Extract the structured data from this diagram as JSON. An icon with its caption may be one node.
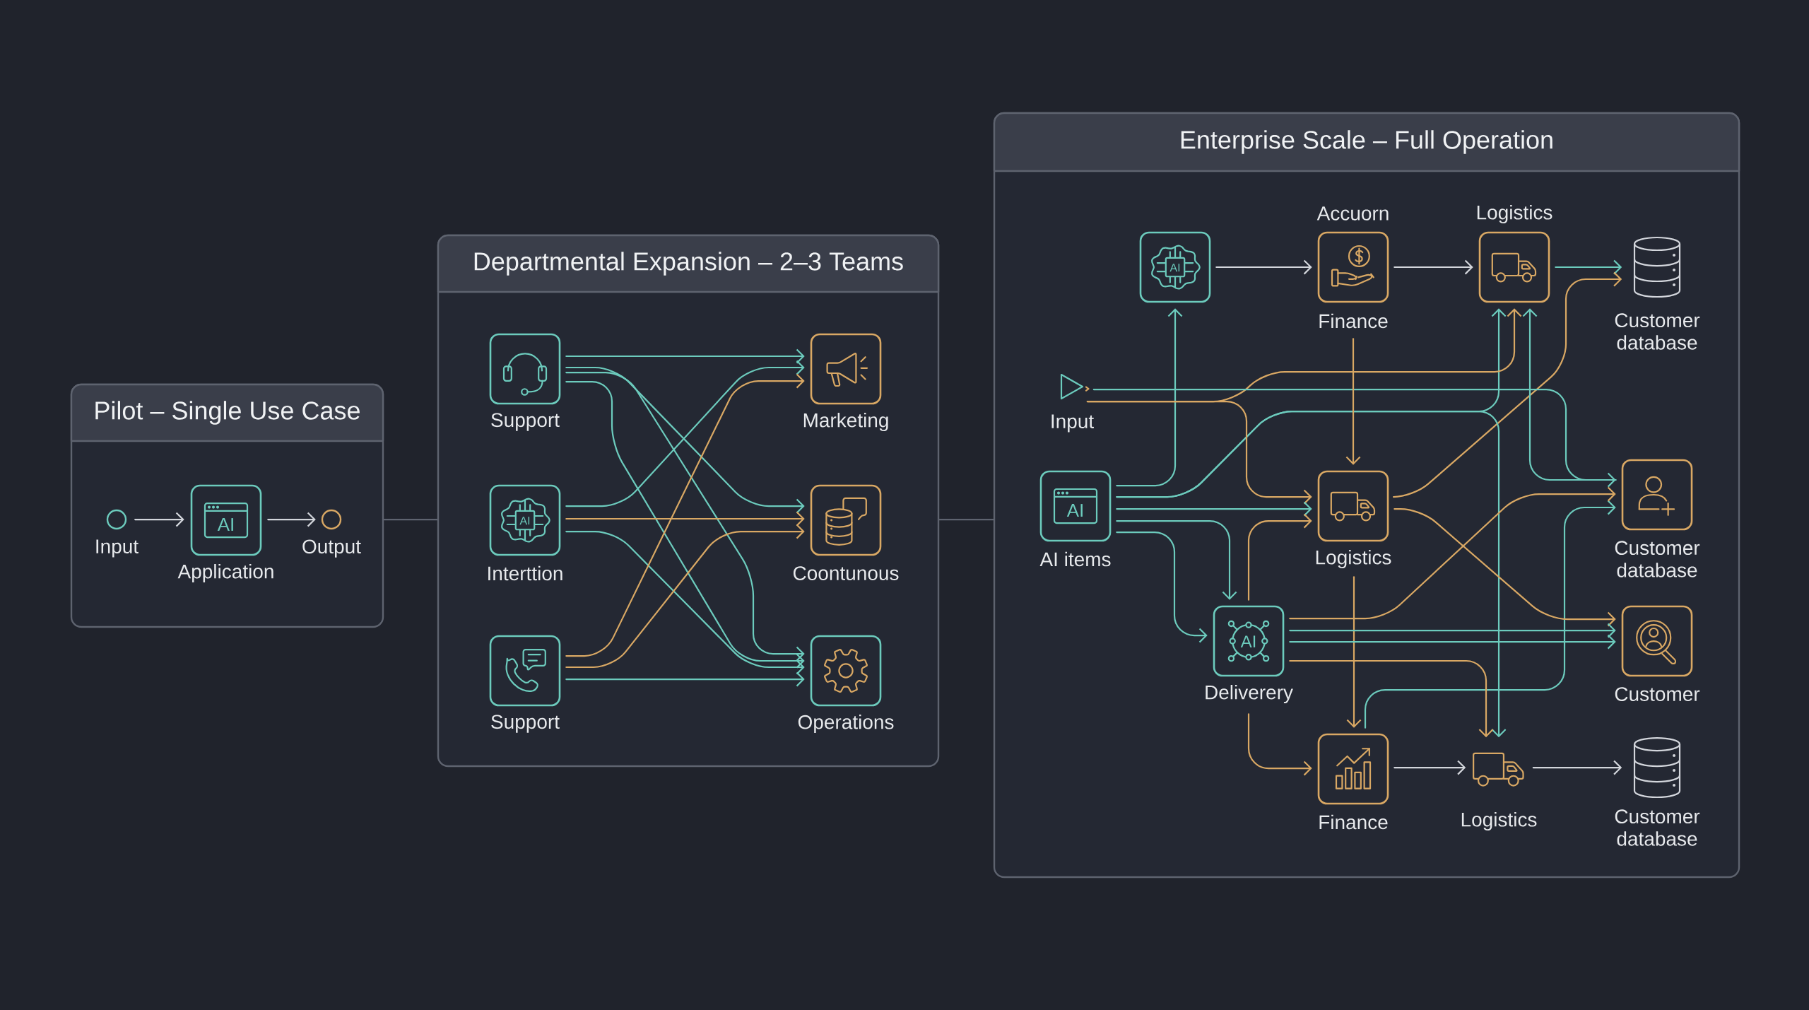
{
  "diagram": {
    "nodes": [
      {
        "text": [
          "Pilot – Single Use Case"
        ]
      },
      {
        "text": [
          "Input"
        ],
        "in": 0
      },
      {
        "text": [
          "Application"
        ],
        "in": 0
      },
      {
        "text": [
          "Output"
        ],
        "in": 0
      },
      {
        "text": [
          "Departmental Expansion – 2–3 Teams"
        ]
      },
      {
        "text": [
          "Support"
        ],
        "in": 4
      },
      {
        "text": [
          "Marketing"
        ],
        "in": 4
      },
      {
        "text": [
          "Interttion"
        ],
        "in": 4
      },
      {
        "text": [
          "Coontunous"
        ],
        "in": 4
      },
      {
        "text": [
          "Support"
        ],
        "in": 4
      },
      {
        "text": [
          "Operations"
        ],
        "in": 4
      },
      {
        "text": [
          "Enterprise Scale – Full Operation"
        ]
      },
      {
        "text": [],
        "shape": "box",
        "in": 11
      },
      {
        "text": [
          "Accuorn",
          "Finance"
        ],
        "in": 11
      },
      {
        "text": [
          "Logistics"
        ],
        "in": 11
      },
      {
        "text": [
          "Customer database"
        ],
        "in": 11
      },
      {
        "text": [
          "Input"
        ],
        "in": 11
      },
      {
        "text": [
          "AI items"
        ],
        "in": 11
      },
      {
        "text": [
          "Logistics"
        ],
        "in": 11
      },
      {
        "text": [
          "Customer database"
        ],
        "in": 11
      },
      {
        "text": [
          "Deliverery"
        ],
        "in": 11
      },
      {
        "text": [
          "Customer"
        ],
        "in": 11
      },
      {
        "text": [
          "Finance"
        ],
        "in": 11
      },
      {
        "text": [
          "Logistics"
        ],
        "in": 11
      },
      {
        "text": [
          "Customer database"
        ],
        "in": 11
      }
    ],
    "edges": [
      {
        "from": 0,
        "to": 4,
        "arrow": "none",
        "color": "#5e636f"
      },
      {
        "from": 4,
        "to": 11,
        "arrow": "none",
        "color": "#5e636f"
      },
      {
        "from": 1,
        "to": 2,
        "arrow": "to",
        "color": "#d3d6dc"
      },
      {
        "from": 2,
        "to": 3,
        "arrow": "to",
        "color": "#d3d6dc"
      },
      {
        "from": 5,
        "to": 6,
        "arrow": "to"
      },
      {
        "from": 5,
        "to": 8,
        "arrow": "to"
      },
      {
        "from": 5,
        "to": 10,
        "arrow": "to"
      },
      {
        "from": 5,
        "to": 10,
        "arrow": "to"
      },
      {
        "from": 7,
        "to": 6,
        "arrow": "to"
      },
      {
        "from": 7,
        "to": 8,
        "arrow": "to",
        "color": "#d9a864"
      },
      {
        "from": 7,
        "to": 10,
        "arrow": "to"
      },
      {
        "from": 9,
        "to": 6,
        "arrow": "to",
        "color": "#d9a864"
      },
      {
        "from": 9,
        "to": 8,
        "arrow": "to",
        "color": "#d9a864"
      },
      {
        "from": 9,
        "to": 10,
        "arrow": "to"
      },
      {
        "from": 12,
        "to": 13,
        "arrow": "to",
        "color": "#d3d6dc"
      },
      {
        "from": 13,
        "to": 14,
        "arrow": "to",
        "color": "#d3d6dc"
      },
      {
        "from": 14,
        "to": 15,
        "arrow": "to"
      },
      {
        "from": 18,
        "to": 15,
        "arrow": "to",
        "color": "#d9a864"
      },
      {
        "from": 17,
        "to": 12,
        "arrow": "to"
      },
      {
        "from": 17,
        "to": 14,
        "arrow": "to"
      },
      {
        "from": 17,
        "to": 23,
        "arrow": "to"
      },
      {
        "from": 16,
        "to": 14,
        "arrow": "to",
        "color": "#d9a864"
      },
      {
        "from": 16,
        "to": 18,
        "arrow": "to",
        "color": "#d9a864"
      },
      {
        "from": 16,
        "to": 19,
        "arrow": "to"
      },
      {
        "from": 19,
        "to": 14,
        "arrow": "to"
      },
      {
        "from": 13,
        "to": 18,
        "arrow": "to",
        "color": "#d9a864"
      },
      {
        "from": 17,
        "to": 18,
        "arrow": "to"
      },
      {
        "from": 17,
        "to": 20,
        "arrow": "to"
      },
      {
        "from": 17,
        "to": 20,
        "arrow": "to"
      },
      {
        "from": 20,
        "to": 18,
        "arrow": "to",
        "color": "#d9a864"
      },
      {
        "from": 18,
        "to": 22,
        "arrow": "to",
        "color": "#d9a864"
      },
      {
        "from": 20,
        "to": 22,
        "arrow": "to",
        "color": "#d9a864"
      },
      {
        "from": 22,
        "to": 19,
        "arrow": "to"
      },
      {
        "from": 20,
        "to": 19,
        "arrow": "to",
        "color": "#d9a864"
      },
      {
        "from": 18,
        "to": 21,
        "arrow": "to",
        "color": "#d9a864"
      },
      {
        "from": 20,
        "to": 21,
        "arrow": "to"
      },
      {
        "from": 20,
        "to": 21,
        "arrow": "to"
      },
      {
        "from": 20,
        "to": 23,
        "arrow": "to",
        "color": "#d9a864"
      },
      {
        "from": 22,
        "to": 23,
        "arrow": "to",
        "color": "#d3d6dc"
      },
      {
        "from": 23,
        "to": 24,
        "arrow": "to",
        "color": "#d3d6dc"
      }
    ],
    "labels": [
      "AI",
      "AI",
      "AI",
      "AI",
      "AI"
    ]
  }
}
